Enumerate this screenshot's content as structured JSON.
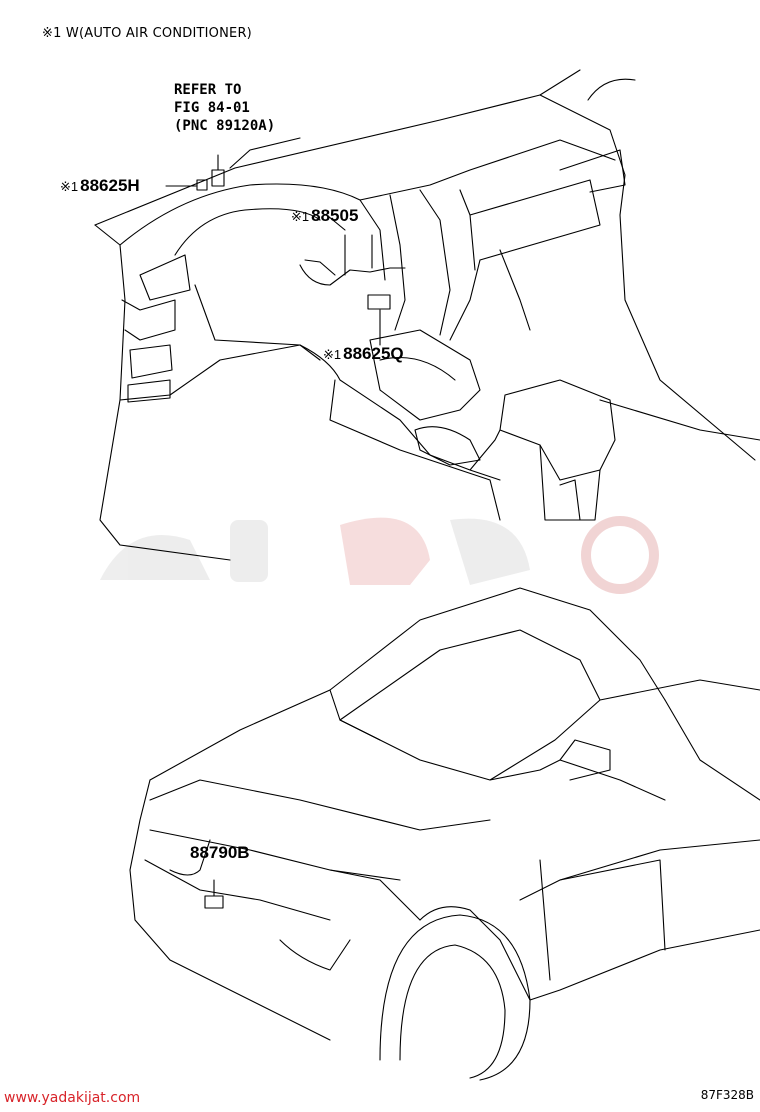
{
  "header": {
    "note": "※1 W(AUTO AIR CONDITIONER)"
  },
  "refer": {
    "line1": "REFER TO",
    "line2": "FIG 84-01",
    "line3": "(PNC 89120A)"
  },
  "callouts": [
    {
      "mark": "※1",
      "part": "88625H"
    },
    {
      "mark": "※1",
      "part": "88505"
    },
    {
      "mark": "※1",
      "part": "88625Q"
    },
    {
      "mark": "",
      "part": "88790B"
    }
  ],
  "footer": {
    "figure_code": "87F328B",
    "website": "www.yadakijat.com"
  },
  "colors": {
    "line": "#000000",
    "watermark": "#e8e8e8",
    "watermark_accent": "#f6d6d6",
    "website": "#d8242a"
  }
}
